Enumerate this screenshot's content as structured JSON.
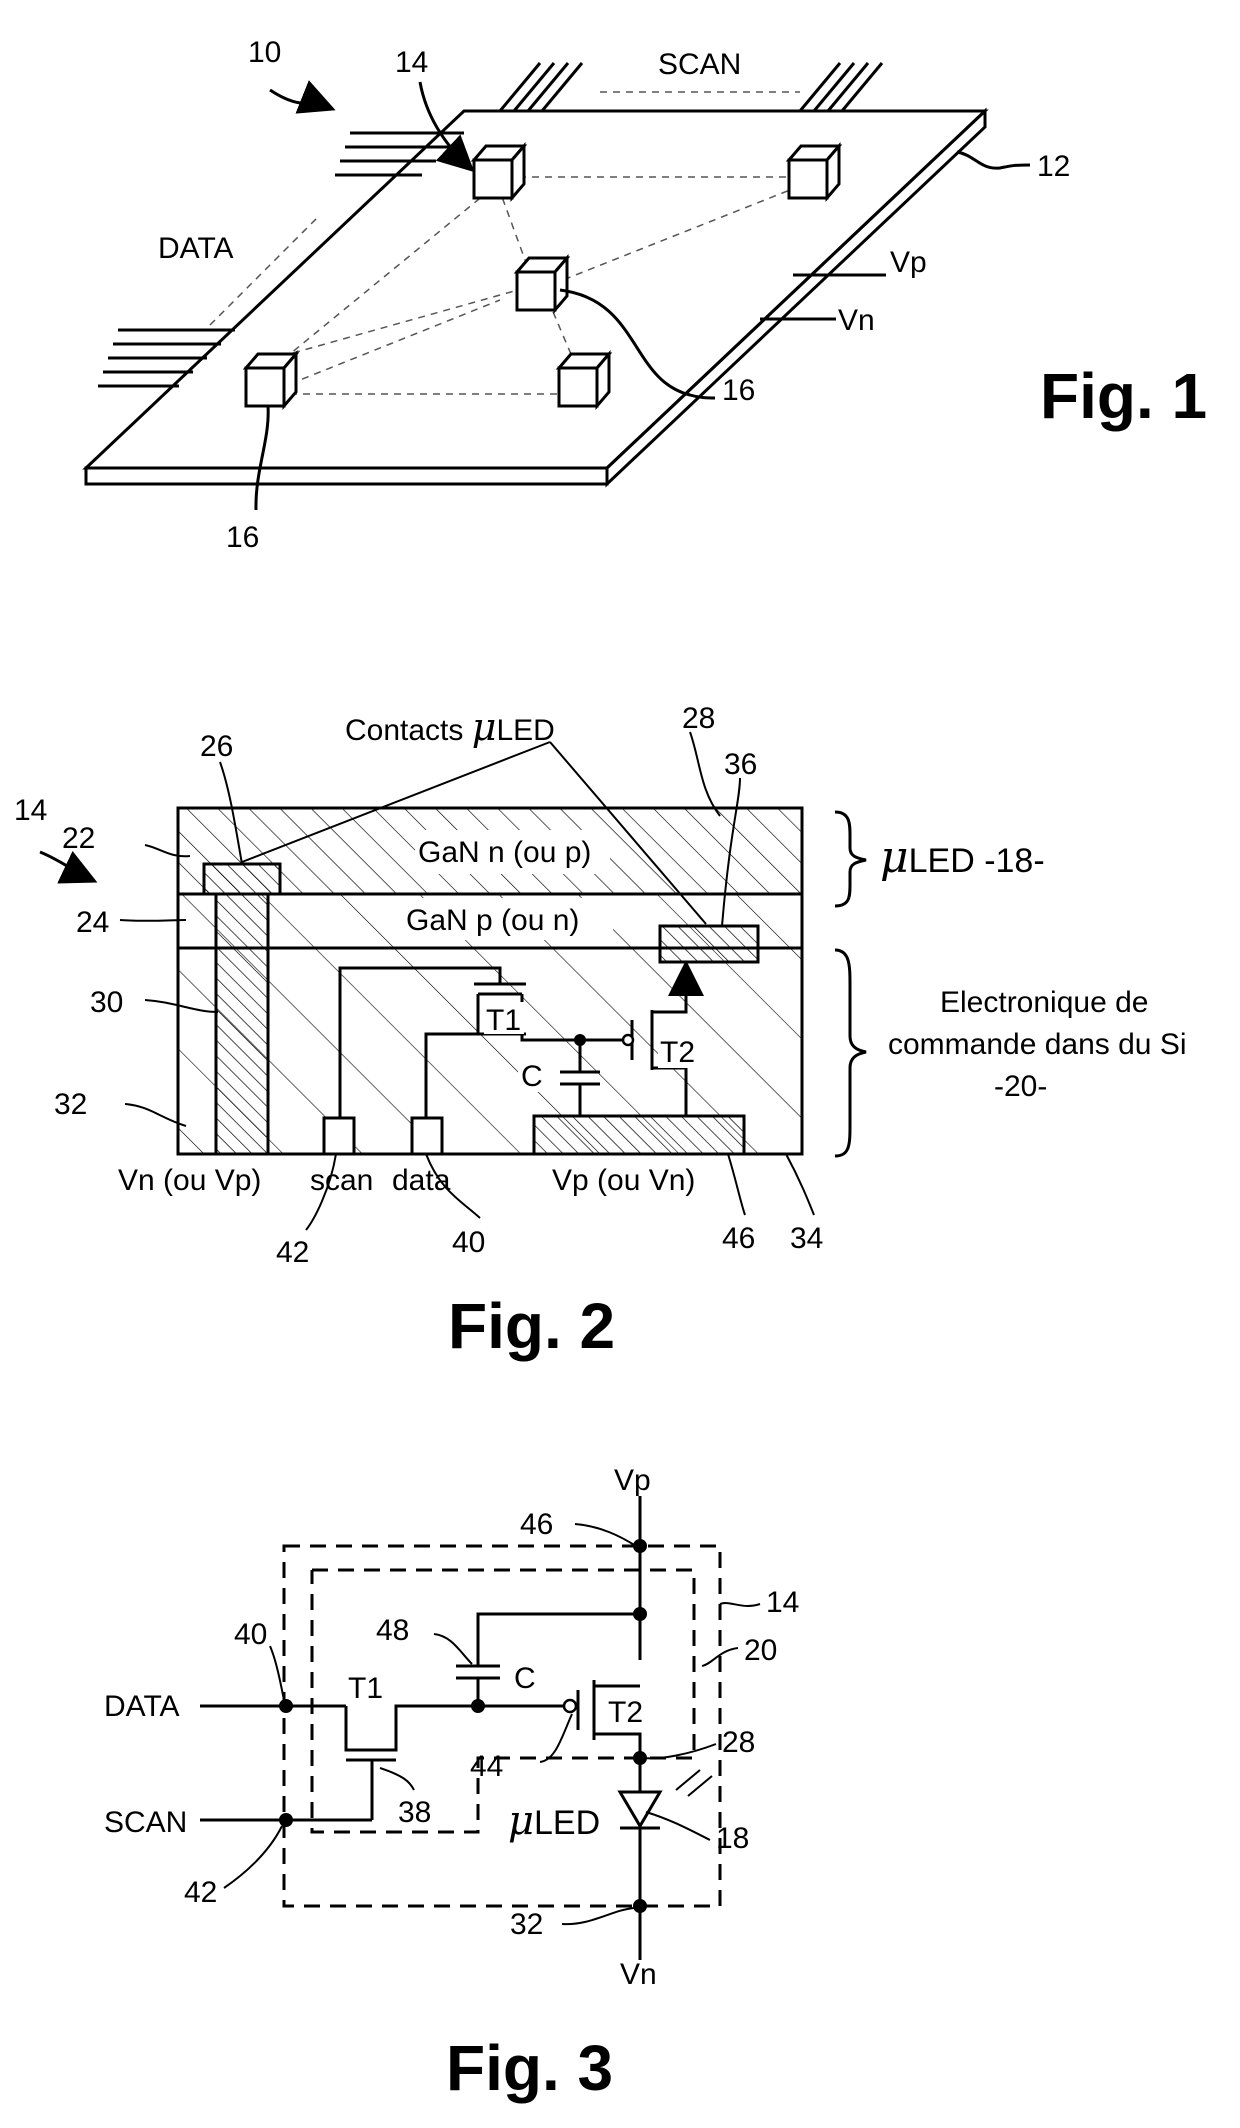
{
  "fig1": {
    "caption": "Fig. 1",
    "labels": {
      "device": "10",
      "pixel": "14",
      "scan": "SCAN",
      "substrate": "12",
      "data": "DATA",
      "vp": "Vp",
      "vn": "Vn",
      "led_right": "16",
      "led_bottom": "16"
    }
  },
  "fig2": {
    "caption": "Fig. 2",
    "labels": {
      "contacts": "Contacts ",
      "contacts_mu": "μ",
      "contacts_led": "LED",
      "ref_28": "28",
      "ref_26": "26",
      "ref_36": "36",
      "ref_14": "14",
      "ref_22": "22",
      "ref_24": "24",
      "ref_30": "30",
      "ref_32": "32",
      "ref_42": "42",
      "ref_40": "40",
      "ref_46": "46",
      "ref_34": "34",
      "gan_n": "GaN n (ou p)",
      "gan_p": "GaN p (ou n)",
      "t1": "T1",
      "t2": "T2",
      "c": "C",
      "mu": "μ",
      "uled": "LED -18-",
      "elec_line1": "Electronique de",
      "elec_line2": "commande dans du Si",
      "elec_line3": "-20-",
      "vn_ou_vp": "Vn (ou Vp)",
      "scan": "scan",
      "data": "data",
      "vp_ou_vn": "Vp (ou Vn)"
    }
  },
  "fig3": {
    "caption": "Fig. 3",
    "labels": {
      "vp": "Vp",
      "ref_46": "46",
      "ref_14": "14",
      "ref_48": "48",
      "c": "C",
      "ref_40": "40",
      "ref_20": "20",
      "data": "DATA",
      "t1": "T1",
      "t2": "T2",
      "ref_44": "44",
      "ref_28": "28",
      "ref_38": "38",
      "scan": "SCAN",
      "mu": "μ",
      "led": "LED",
      "ref_18": "18",
      "ref_42": "42",
      "ref_32": "32",
      "vn": "Vn"
    }
  }
}
